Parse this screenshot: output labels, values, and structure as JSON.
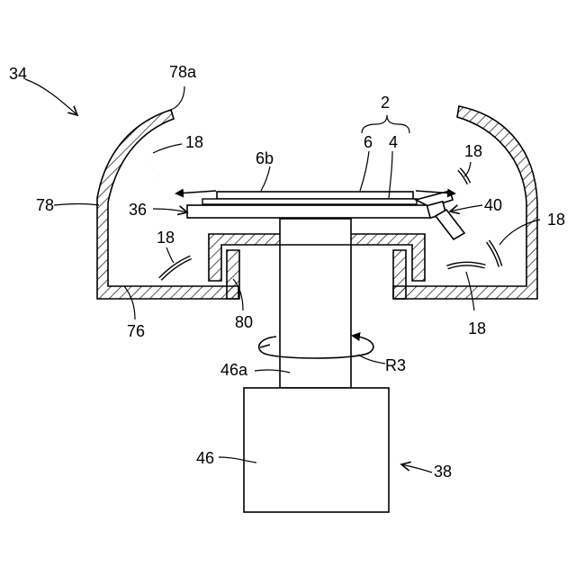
{
  "labels": {
    "l34": "34",
    "l78a": "78a",
    "l18_top_left": "18",
    "l2": "2",
    "l6": "6",
    "l4": "4",
    "l18_top_right": "18",
    "l6b": "6b",
    "l78": "78",
    "l36": "36",
    "l40": "40",
    "l18_right": "18",
    "l18_left": "18",
    "l18_bottom_right": "18",
    "l80": "80",
    "l76": "76",
    "l46a": "46a",
    "lR3": "R3",
    "l46": "46",
    "l38": "38"
  }
}
